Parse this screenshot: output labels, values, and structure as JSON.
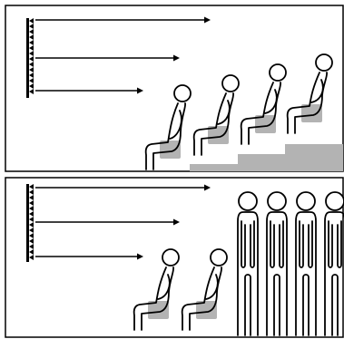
{
  "colors": {
    "background": "#ffffff",
    "ink": "#000000",
    "riser": "#b3b3b3"
  },
  "icons": {
    "speaker": "speaker-panel-icon",
    "seated_person": "seated-person-icon",
    "standing_person": "standing-person-icon",
    "arrow": "sound-arrow-icon"
  },
  "panels": [
    {
      "id": "tiered-seating",
      "arrow_count": 3,
      "seated_listeners": 4,
      "standing_listeners": 0,
      "seat_tiers": 4
    },
    {
      "id": "flat-floor-mixed",
      "arrow_count": 3,
      "seated_listeners": 2,
      "standing_listeners": 4,
      "seat_tiers": 0
    }
  ]
}
